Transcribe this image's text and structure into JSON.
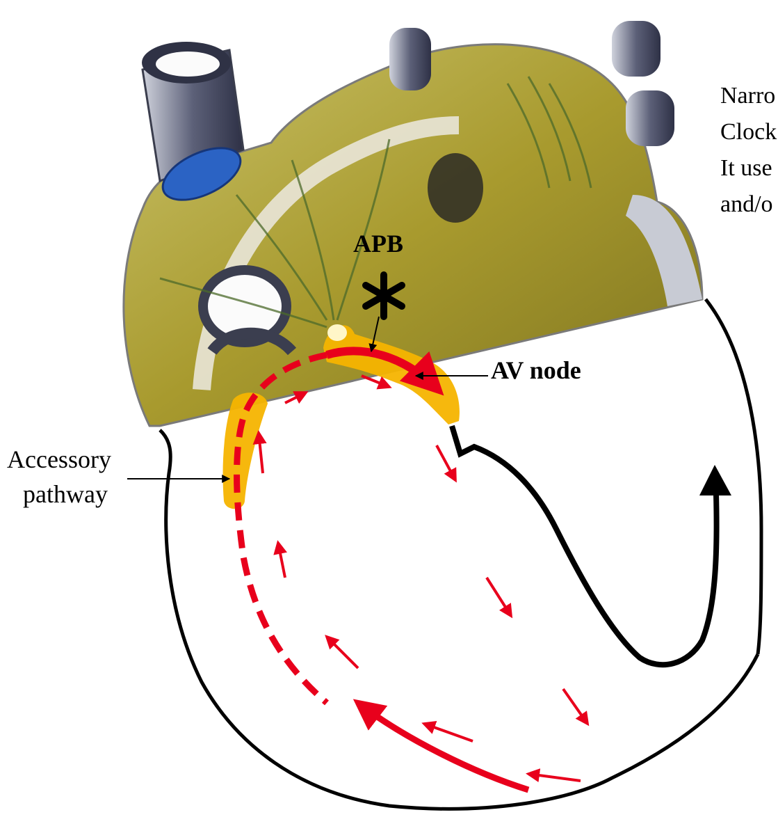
{
  "labels": {
    "apb": "APB",
    "av_node": "AV node",
    "accessory_line1": "Accessory",
    "accessory_line2": "pathway"
  },
  "note_lines": [
    "Narro",
    "Clock",
    "It use",
    "and/o"
  ],
  "colors": {
    "conduction": "#e8001c",
    "conduction_tissue": "#f5b400",
    "outline": "#000000",
    "atrial_wall": "#b8b040",
    "vessel": "#4a4f66",
    "vein_blue": "#2b63c4"
  }
}
